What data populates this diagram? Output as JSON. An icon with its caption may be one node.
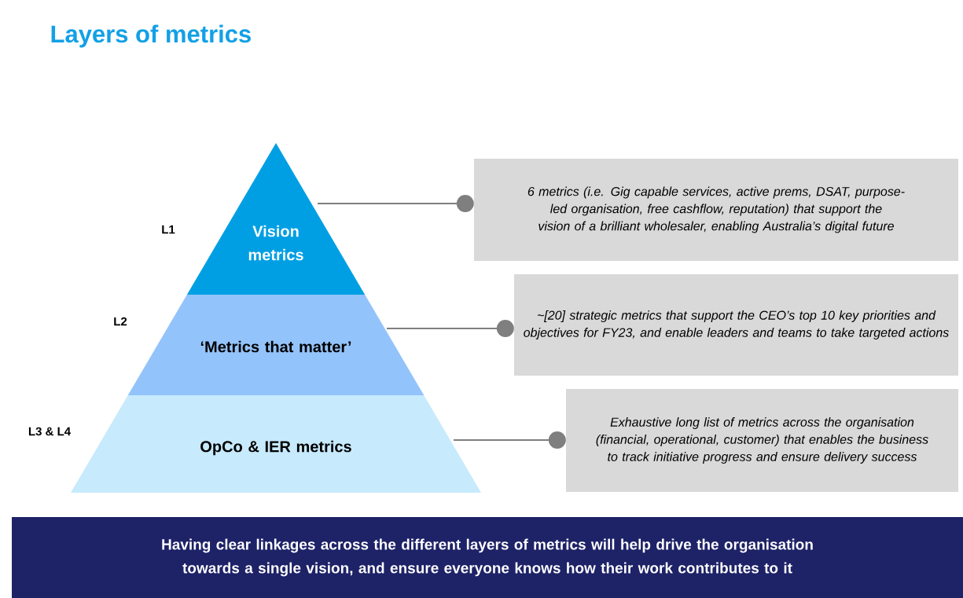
{
  "diagram": {
    "title": "Layers of metrics",
    "nodes": [
      {
        "text": [
          "Vision metrics"
        ]
      },
      {
        "text": [
          "‘Metrics that matter’"
        ]
      },
      {
        "text": [
          "OpCo & IER metrics"
        ]
      },
      {
        "text": [
          "6 metrics (i.e. Gig capable services, active prems, DSAT, purpose-led organisation, free cashflow, reputation) that support the vision of a brilliant wholesaler, enabling Australia’s digital future"
        ]
      },
      {
        "text": [
          "~[20] strategic metrics that support the CEO’s top 10 key priorities and objectives for FY23, and enable leaders and teams to take targeted actions"
        ]
      },
      {
        "text": [
          "Exhaustive long list of metrics across the organisation (financial, operational, customer) that enables the business to track initiative progress and ensure delivery success"
        ]
      },
      {
        "text": [
          "Having clear linkages across the different layers of metrics will help drive the organisation towards a single vision, and ensure everyone knows how their work contributes to it"
        ]
      }
    ],
    "edges": [
      {
        "from": 0,
        "to": 3,
        "arrow": "other"
      },
      {
        "from": 1,
        "to": 4,
        "arrow": "other"
      },
      {
        "from": 2,
        "to": 5,
        "arrow": "other"
      }
    ],
    "labels": [
      "L1",
      "L2",
      "L3 & L4"
    ]
  }
}
